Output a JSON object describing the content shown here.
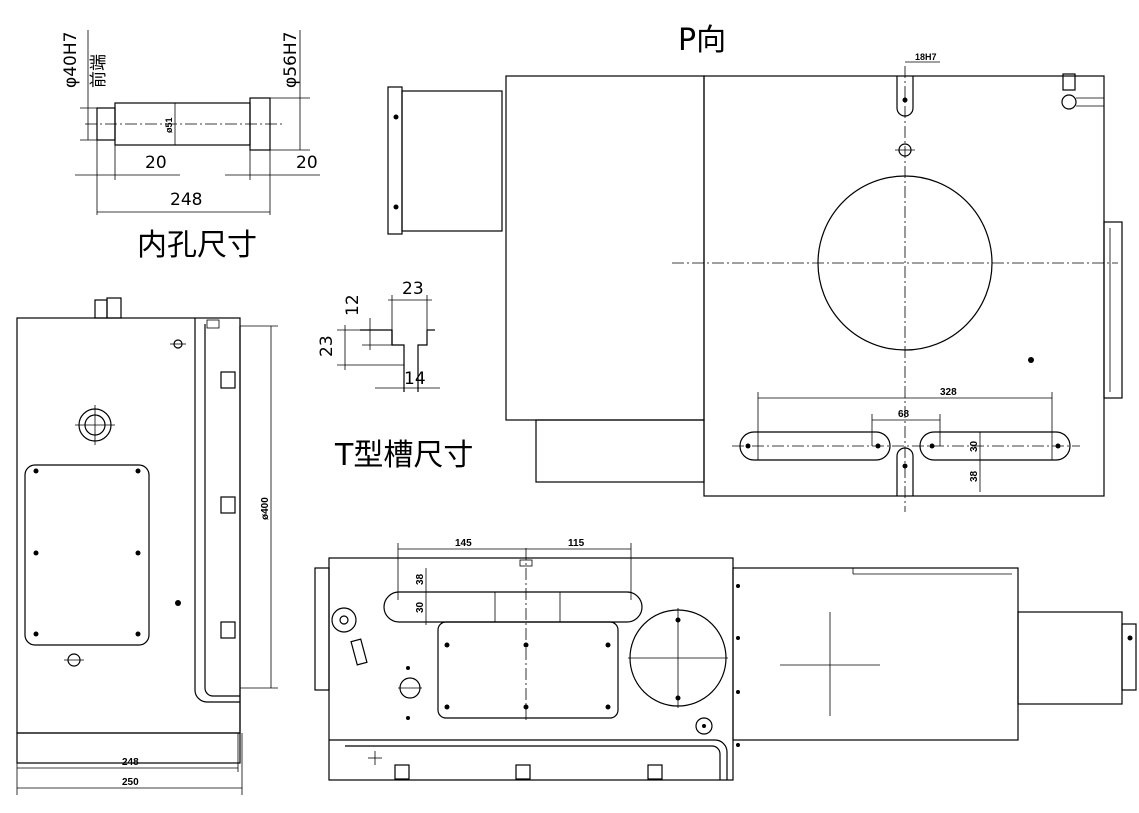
{
  "labels": {
    "inner_hole_title": "内孔尺寸",
    "tslot_title": "T型槽尺寸",
    "p_view_title": "P向",
    "front_end": "前端"
  },
  "dimensions": {
    "bore_40": "φ40H7",
    "bore_56": "φ56H7",
    "bore_51": "ø51",
    "bore_left_20": "20",
    "bore_right_20": "20",
    "bore_248": "248",
    "tslot_23_top": "23",
    "tslot_12": "12",
    "tslot_23_left": "23",
    "tslot_14": "14",
    "side_400": "ø400",
    "side_248": "248",
    "side_250": "250",
    "p_18h7": "18H7",
    "p_328": "328",
    "p_68": "68",
    "p_30": "30",
    "p_38": "38",
    "top_145": "145",
    "top_115": "115",
    "top_38": "38",
    "top_30": "30"
  }
}
